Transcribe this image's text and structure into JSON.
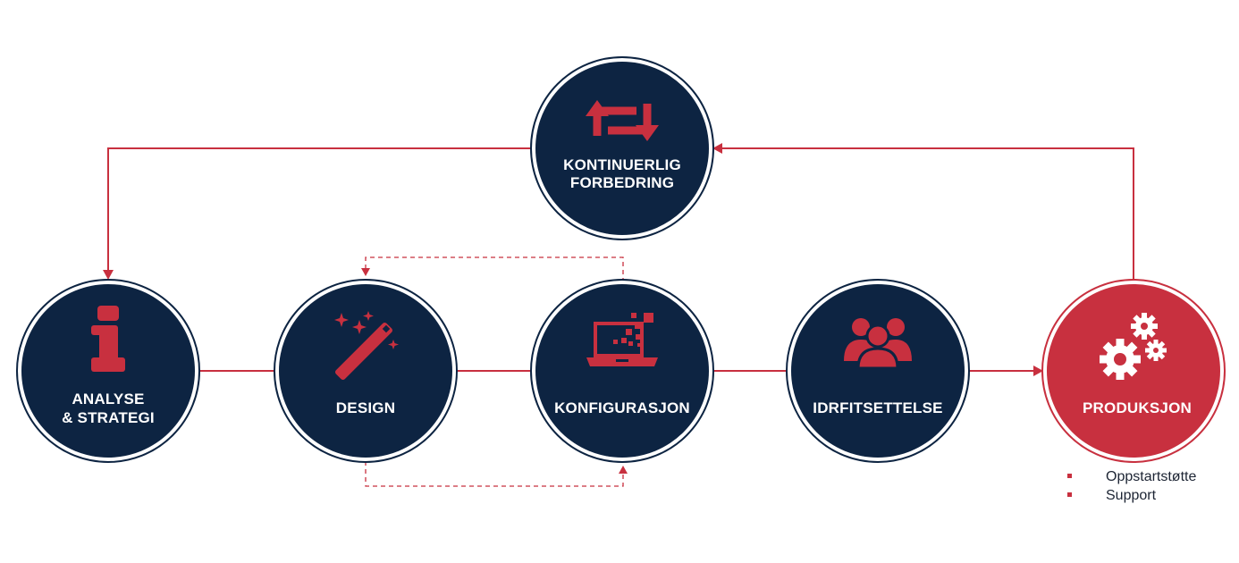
{
  "colors": {
    "navy": "#0d2442",
    "red": "#c8303f",
    "ring_navy": "#0d2442",
    "ring_red": "#c8303f"
  },
  "nodes": {
    "kontinuerlig": {
      "line1": "KONTINUERLIG",
      "line2": "FORBEDRING",
      "icon": "repeat-arrows-icon"
    },
    "analyse": {
      "line1": "ANALYSE",
      "line2": "& STRATEGI",
      "icon": "info-icon"
    },
    "design": {
      "label": "DESIGN",
      "icon": "magic-wand-icon"
    },
    "konfigurasjon": {
      "label": "KONFIGURASJON",
      "icon": "laptop-pixels-icon"
    },
    "idrift": {
      "label": "IDRFITSETTELSE",
      "icon": "people-group-icon"
    },
    "produksjon": {
      "label": "PRODUKSJON",
      "icon": "gears-icon"
    }
  },
  "produksjon_list": [
    "Oppstartstøtte",
    "Support"
  ]
}
